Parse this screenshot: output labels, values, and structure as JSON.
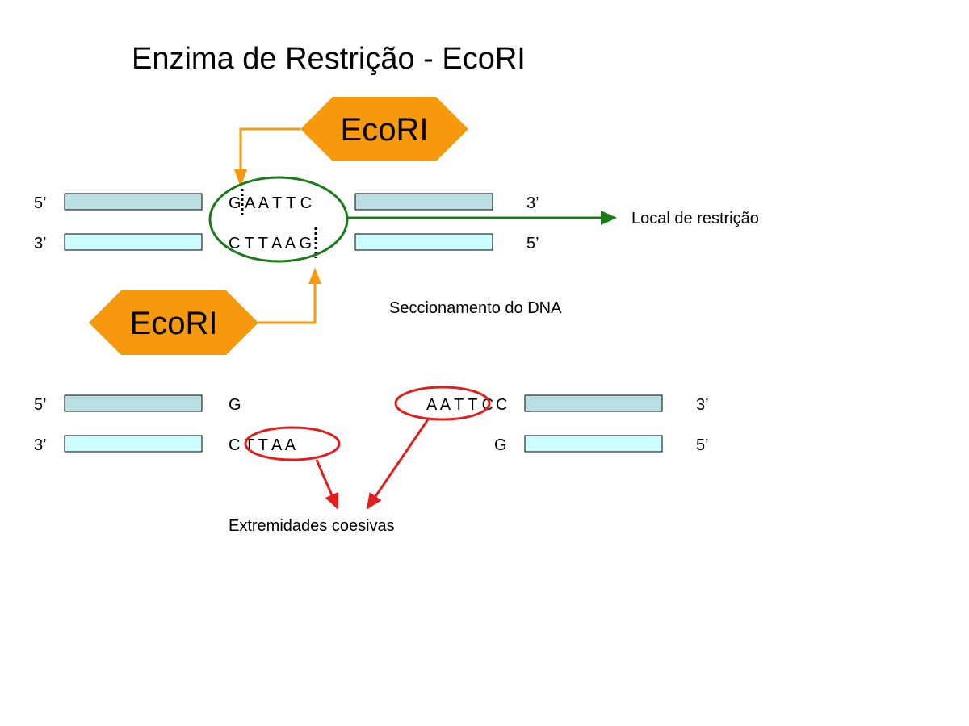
{
  "title": "Enzima de Restrição - EcoRI",
  "enzyme_label_top": "EcoRI",
  "enzyme_label_bottom": "EcoRI",
  "top_strands": {
    "upper_left_end": "5’",
    "upper_right_end": "3’",
    "lower_left_end": "3’",
    "lower_right_end": "5’",
    "upper_sequence": "G A A T T C",
    "lower_sequence": "C T T A A G"
  },
  "restriction_site_label": "Local de restrição",
  "cut_label": "Seccionamento do DNA",
  "bottom_strands": {
    "upper_left_end": "5’",
    "upper_right_end": "3’",
    "lower_left_end": "3’",
    "lower_right_end": "5’",
    "upper_left_seq": "G",
    "upper_right_seq": "A A T T C",
    "lower_left_seq": "C T T A A",
    "lower_right_seq": "G"
  },
  "sticky_ends_label": "Extremidades coesivas",
  "colors": {
    "enzyme": "#f7990c",
    "site_circle": "#1a7a1a",
    "sticky_circle": "#e31c1c",
    "strand_upper": "#badfe3",
    "strand_lower": "#ccfcff"
  }
}
